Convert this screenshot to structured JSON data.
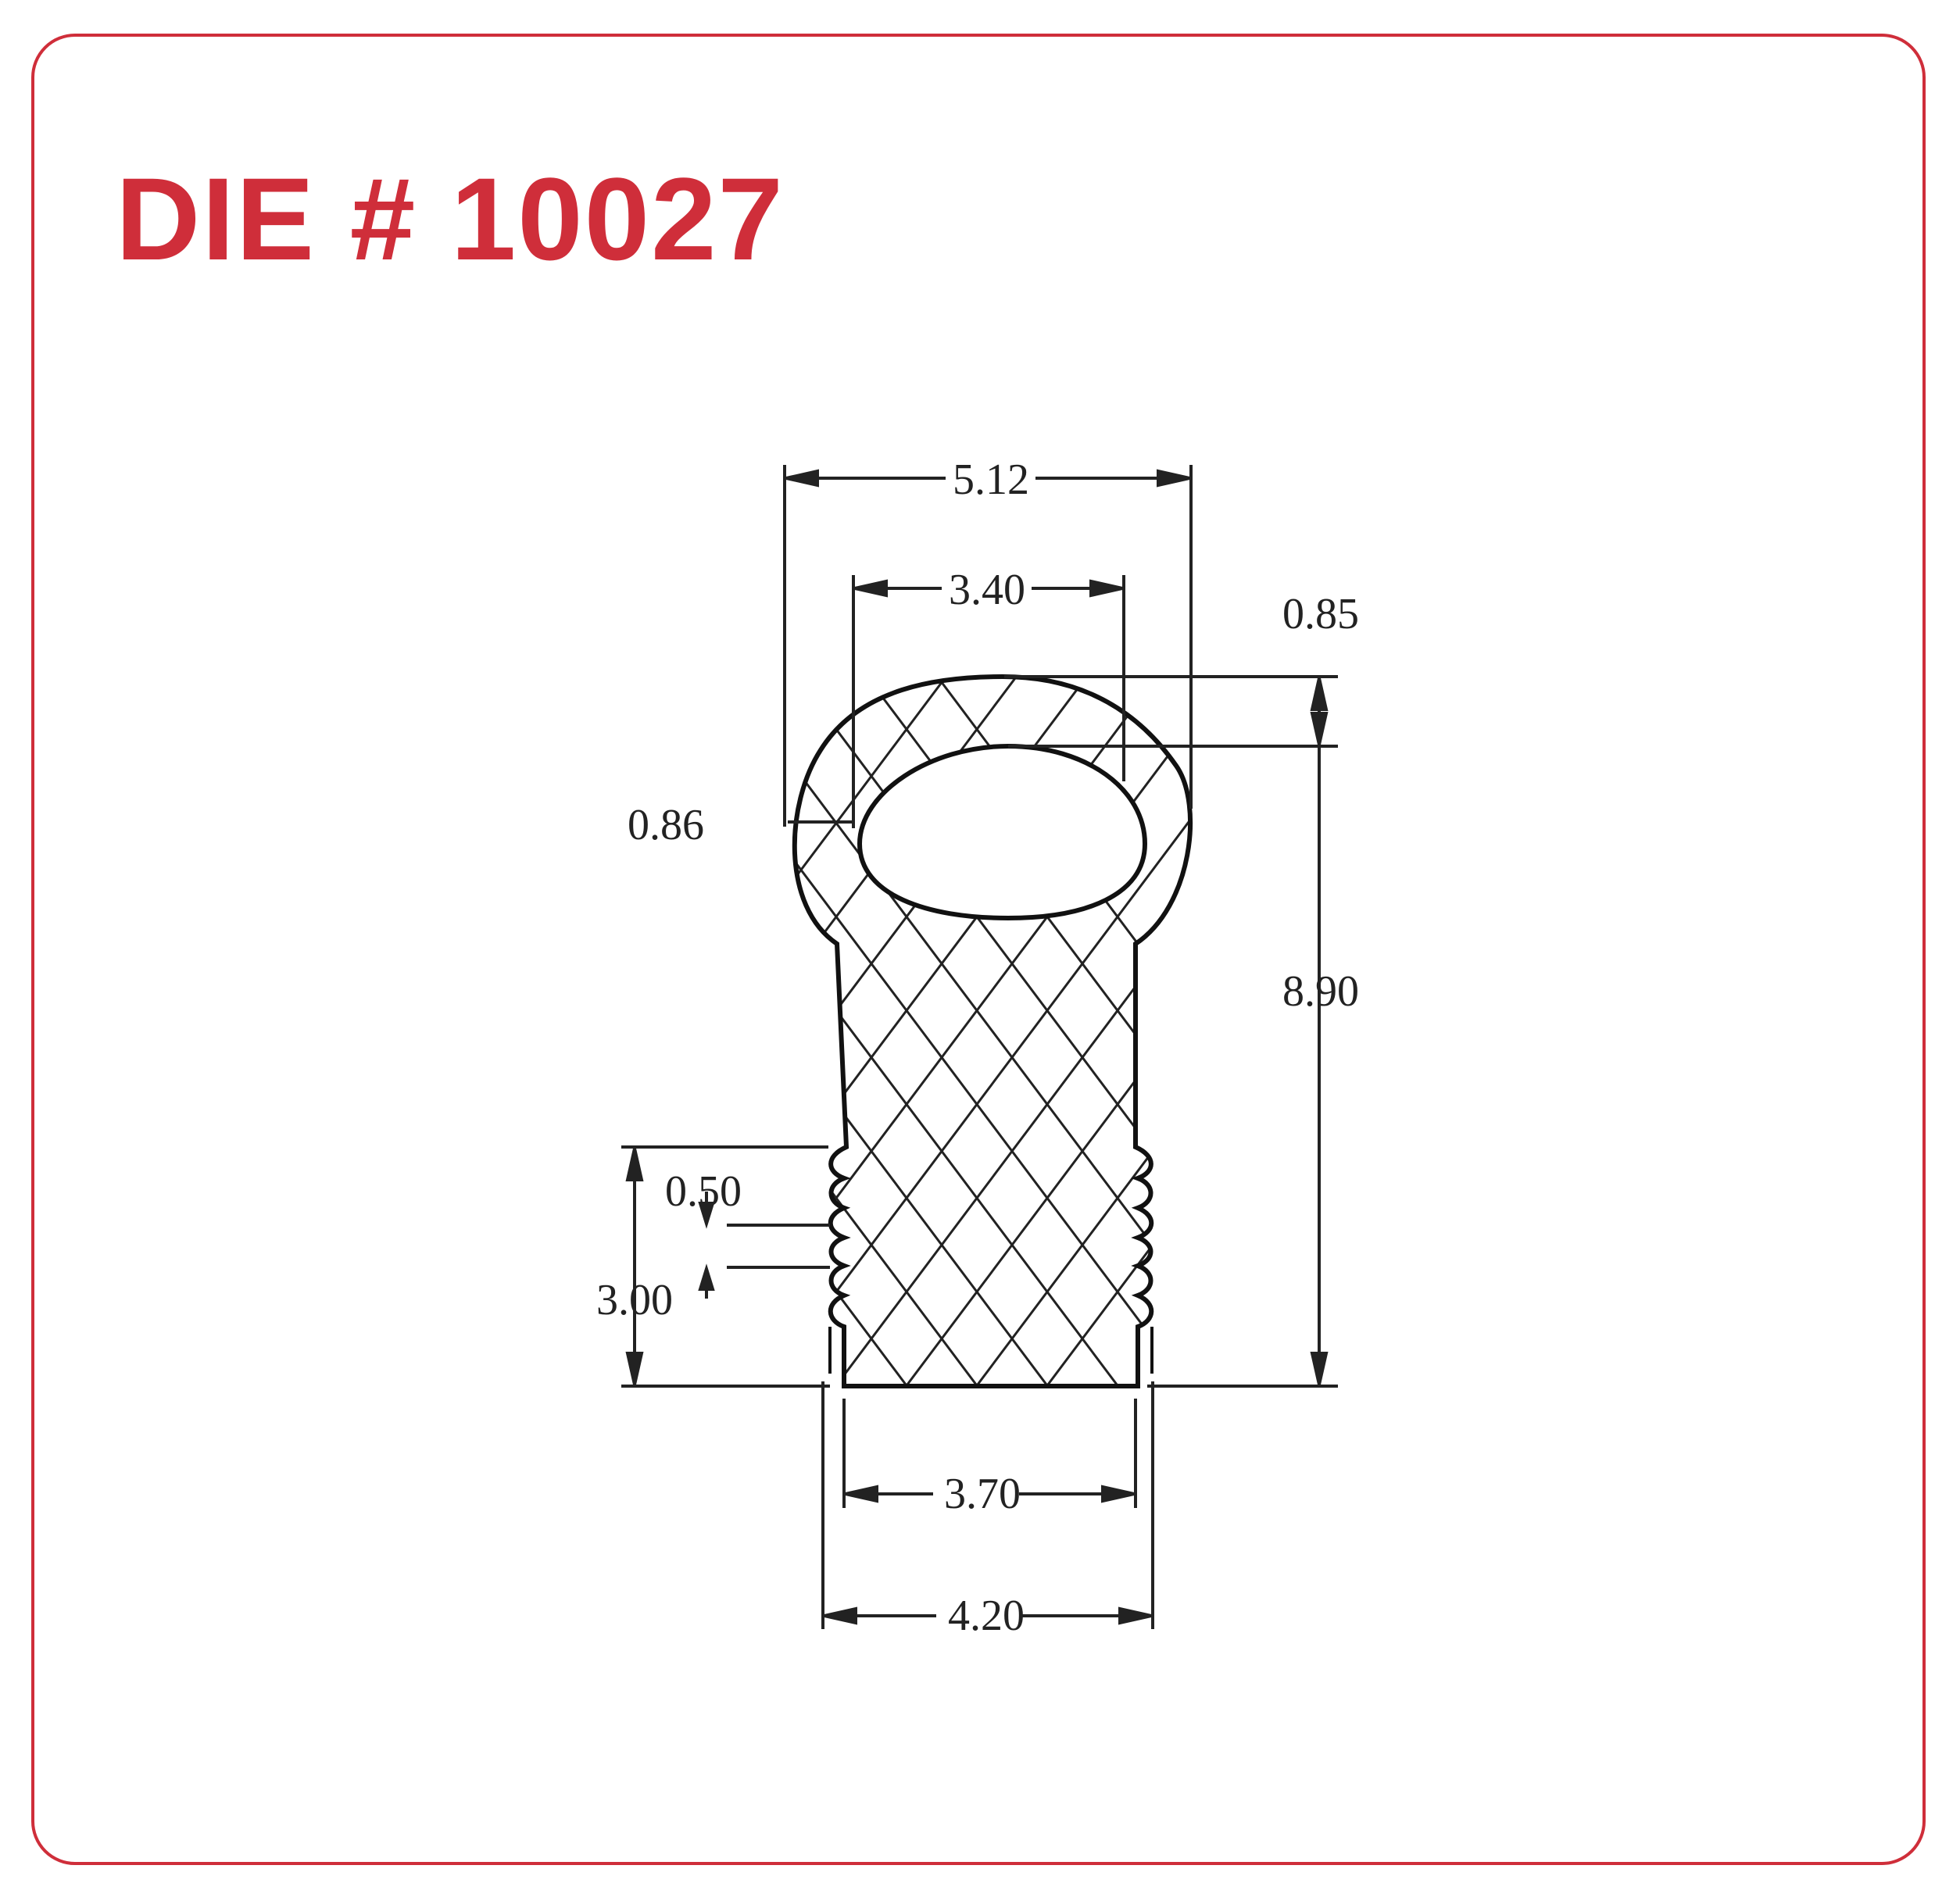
{
  "title": "DIE # 10027",
  "colors": {
    "accent": "#cf2e3a",
    "ink": "#222222"
  },
  "dimensions": {
    "overall_width": "5.12",
    "inner_width": "3.40",
    "top_wall": "0.85",
    "side_wall": "0.86",
    "height": "8.90",
    "rib_pitch": "0.50",
    "rib_zone": "3.00",
    "base_inner": "3.70",
    "base_outer": "4.20"
  }
}
